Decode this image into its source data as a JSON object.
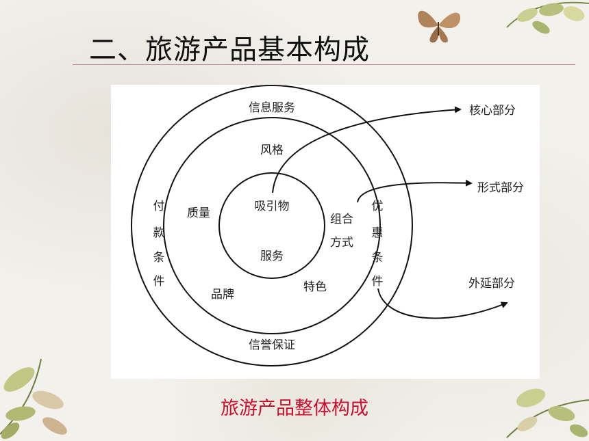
{
  "title": "二、旅游产品基本构成",
  "caption": "旅游产品整体构成",
  "diagram": {
    "inner": [
      "吸引物",
      "服务"
    ],
    "middle": [
      "风格",
      "质量",
      "组合",
      "方式",
      "品牌",
      "特色"
    ],
    "outer": [
      "信息服务",
      "付",
      "款",
      "条",
      "件",
      "优",
      "惠",
      "条",
      "件",
      "信誉保证"
    ],
    "outputs": [
      "核心部分",
      "形式部分",
      "外延部分"
    ]
  },
  "colors": {
    "caption": "#c8102e",
    "title_rule": "#c78a9a"
  }
}
